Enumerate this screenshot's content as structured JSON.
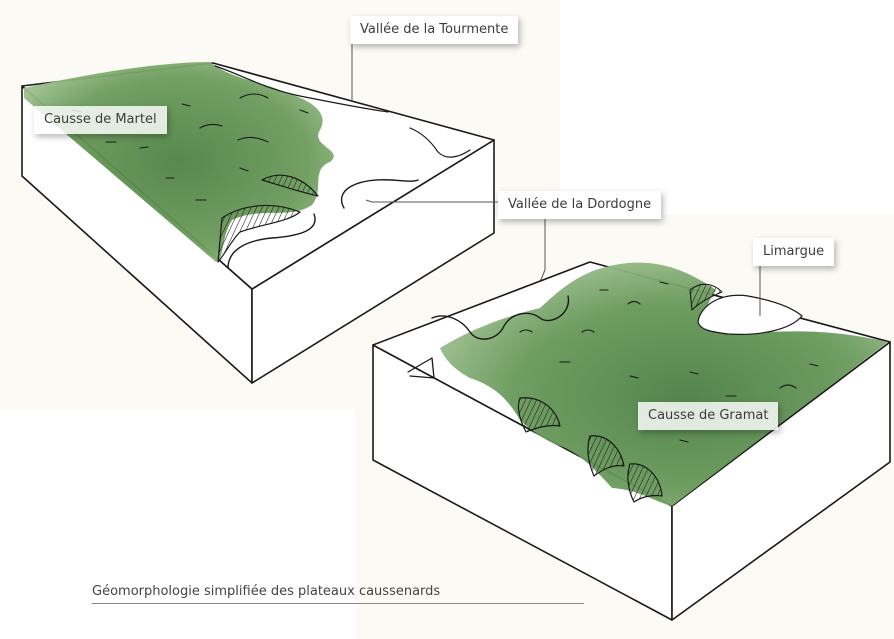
{
  "labels": {
    "causse_martel": "Causse de Martel",
    "vallee_tourmente": "Vallée de la Tourmente",
    "vallee_dordogne": "Vallée de la Dordogne",
    "limargue": "Limargue",
    "causse_gramat": "Causse de Gramat"
  },
  "caption": "Géomorphologie simplifiée des plateaux caussenards",
  "colors": {
    "plateau_green": "#6a9a5a",
    "plateau_dark": "#4f7f45",
    "ink": "#1a1a1a",
    "paper": "#fbfaf5"
  }
}
